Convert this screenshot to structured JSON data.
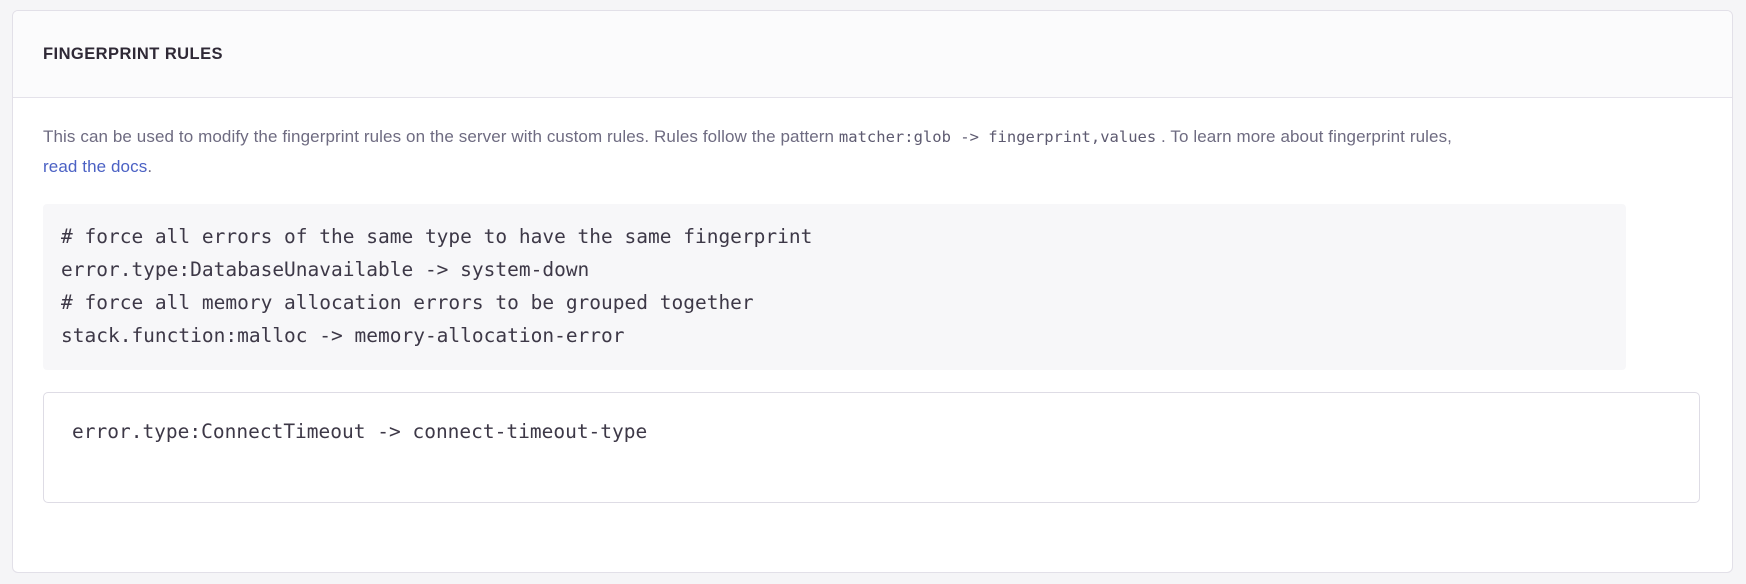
{
  "panel": {
    "title": "FINGERPRINT RULES"
  },
  "description": {
    "part1": "This can be used to modify the fingerprint rules on the server with custom rules. Rules follow the pattern ",
    "code1": "matcher:glob -> fingerprint,",
    "code2": "values",
    "part2": " . To learn more about fingerprint rules, ",
    "link_label": "read the docs",
    "part3": "."
  },
  "example": {
    "lines": [
      "# force all errors of the same type to have the same fingerprint",
      "error.type:DatabaseUnavailable -> system-down",
      "# force all memory allocation errors to be grouped together",
      "stack.function:malloc -> memory-allocation-error"
    ]
  },
  "rules_input": {
    "value": "error.type:ConnectTimeout -> connect-timeout-type",
    "placeholder": ""
  },
  "colors": {
    "page_background": "#f5f5f7",
    "panel_background": "#ffffff",
    "panel_border": "#e2e0e8",
    "header_background": "#fbfbfc",
    "title_text": "#2f2936",
    "description_text": "#6e6b81",
    "link": "#4b61c4",
    "code_background": "#f7f7f9",
    "code_text": "#3d3847",
    "input_border": "#dedce5"
  }
}
